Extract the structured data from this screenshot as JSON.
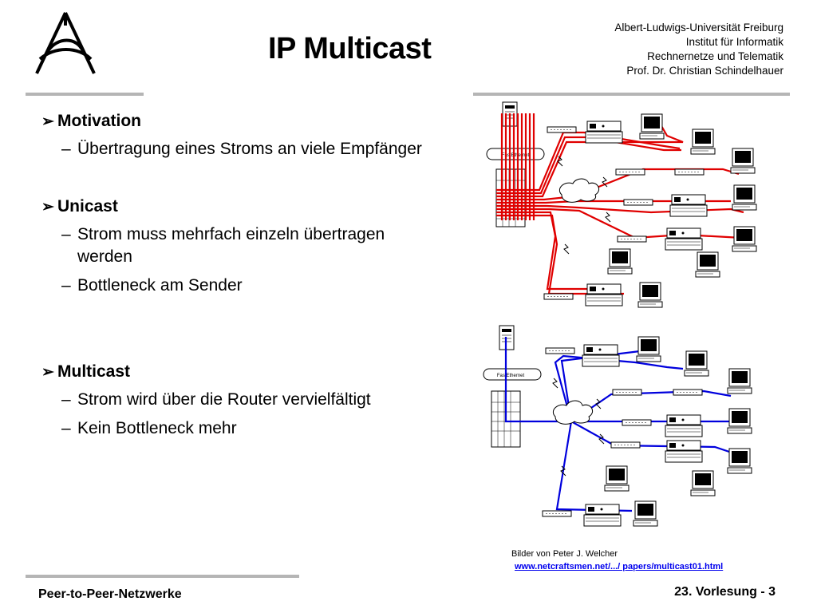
{
  "header": {
    "title": "IP Multicast",
    "institution_lines": [
      "Albert-Ludwigs-Universität Freiburg",
      "Institut für Informatik",
      "Rechnernetze und Telematik",
      "Prof. Dr. Christian Schindelhauer"
    ]
  },
  "content": {
    "sections": [
      {
        "heading": "Motivation",
        "items": [
          "Übertragung eines Stroms an viele Empfänger"
        ]
      },
      {
        "heading": "Unicast",
        "items": [
          "Strom muss mehrfach einzeln übertragen werden",
          "Bottleneck am Sender"
        ]
      },
      {
        "heading": "Multicast",
        "items": [
          "Strom wird über die Router vervielfältigt",
          "Kein Bottleneck mehr"
        ]
      }
    ]
  },
  "figure": {
    "unicast_label": "FastEthernet",
    "multicast_label": "FastEthernet",
    "unicast_color": "#e00000",
    "multicast_color": "#0000dd",
    "credit_text": "Bilder von Peter J. Welcher",
    "credit_link": "www.netcraftsmen.net/.../ papers/multicast01.html"
  },
  "footer": {
    "course": "Peer-to-Peer-Netzwerke",
    "lecture": "23. Vorlesung - 3"
  }
}
